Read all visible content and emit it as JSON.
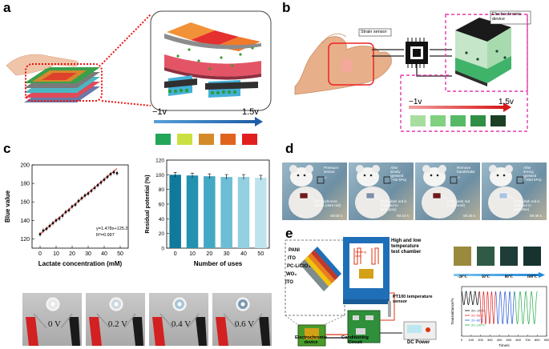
{
  "panels": {
    "a": {
      "label": "a",
      "scale_min": "−1v",
      "scale_max": "1.5v",
      "swatch_colors": [
        "#23a55a",
        "#cbe041",
        "#d58a2a",
        "#e0641d",
        "#e21f1f"
      ]
    },
    "b": {
      "label": "b",
      "strain_sensor": "Strain sensor",
      "ecd_label": "Electrochromic\ndevice",
      "scale_min": "−1v",
      "scale_max": "1.5v",
      "swatch_colors": [
        "#a7dd9f",
        "#7fd07f",
        "#55b966",
        "#2f8f46",
        "#1b3f25"
      ]
    },
    "c": {
      "label": "c",
      "equation": "y=1.478x+125.2",
      "r2": "R²=0.997",
      "volts": [
        "0 V",
        "0.2 V",
        "0.4 V",
        "0.6 V"
      ]
    },
    "d": {
      "label": "d",
      "frames": [
        {
          "top": "Pressure\nsensor",
          "bottom": "Electrochromic\ndevice (dark red)",
          "time": "00:00 s"
        },
        {
          "top": "After\nslowly\npressed\n(~50 kPa)",
          "bottom": "ECD (dark red is\nchanged to\nblue gray)",
          "time": "00:10 s"
        },
        {
          "top": "Remove\nhandshake",
          "bottom": "ECD (dark red\nis restored)",
          "time": "00:28 s"
        },
        {
          "top": "After\nstrong\npressed\n(~600 kPa)",
          "bottom": "ECD (dark red is\nchanged to\npale blue)",
          "time": "00:48 s"
        }
      ]
    },
    "e": {
      "label": "e",
      "layers": [
        "PANI",
        "ITO",
        "PC-LiClO₄",
        "WO₃",
        "ITO"
      ],
      "chamber": "High and low\ntemperature\ntest chamber",
      "heating": "Heating\ntube",
      "pt100": "PT100 temperature\nsensor",
      "dc_power": "DC  Power",
      "ecd": "Electrochromic\ndevice",
      "conditioning": "Conditioning\nCircuit",
      "temps": [
        "-20°C",
        "50°C",
        "80°C",
        "100°C"
      ],
      "temp_colors": [
        "#9a8a3e",
        "#2e5a46",
        "#1f3d38",
        "#163330"
      ]
    }
  },
  "chart_data": [
    {
      "type": "scatter",
      "xlabel": "Lactate concentration (mM)",
      "ylabel": "Blue value",
      "xlim": [
        -5,
        55
      ],
      "ylim": [
        110,
        200
      ],
      "xticks": [
        0,
        10,
        20,
        30,
        40,
        50
      ],
      "yticks": [
        120,
        140,
        160,
        180,
        200
      ],
      "x": [
        0,
        2,
        4,
        6,
        8,
        10,
        12,
        14,
        16,
        18,
        20,
        22,
        24,
        26,
        28,
        30,
        32,
        34,
        36,
        38,
        40,
        42,
        44,
        46,
        48
      ],
      "y": [
        125,
        129,
        131,
        134,
        137,
        140,
        142,
        145,
        149,
        151,
        155,
        157,
        161,
        164,
        167,
        169,
        172,
        175,
        178,
        181,
        184,
        187,
        190,
        192,
        191
      ],
      "fit": {
        "slope": 1.478,
        "intercept": 125.2
      }
    },
    {
      "type": "bar",
      "xlabel": "Number of uses",
      "ylabel": "Residual potential (%)",
      "categories": [
        "0",
        "10",
        "20",
        "30",
        "40",
        "50"
      ],
      "values": [
        100,
        99,
        98,
        97,
        97,
        96
      ],
      "ylim": [
        0,
        120
      ],
      "yticks": [
        0,
        20,
        40,
        60,
        80,
        100,
        120
      ]
    },
    {
      "type": "line",
      "xlabel": "Time/s",
      "ylabel": "Transmittance/%",
      "xlim": [
        0,
        900
      ],
      "xticks": [
        0,
        100,
        200,
        300,
        400,
        500,
        600,
        700,
        800,
        900
      ],
      "series": [
        {
          "name": "20~-25°C",
          "color": "#000000",
          "range": [
            0,
            190
          ],
          "cycles": 4
        },
        {
          "name": "20~50°C",
          "color": "#e22020",
          "range": [
            190,
            360
          ],
          "cycles": 4
        },
        {
          "name": "20~80°C",
          "color": "#2255dd",
          "range": [
            360,
            560
          ],
          "cycles": 4
        },
        {
          "name": "20~100°C",
          "color": "#22aa44",
          "range": [
            560,
            800
          ],
          "cycles": 4
        }
      ]
    }
  ]
}
